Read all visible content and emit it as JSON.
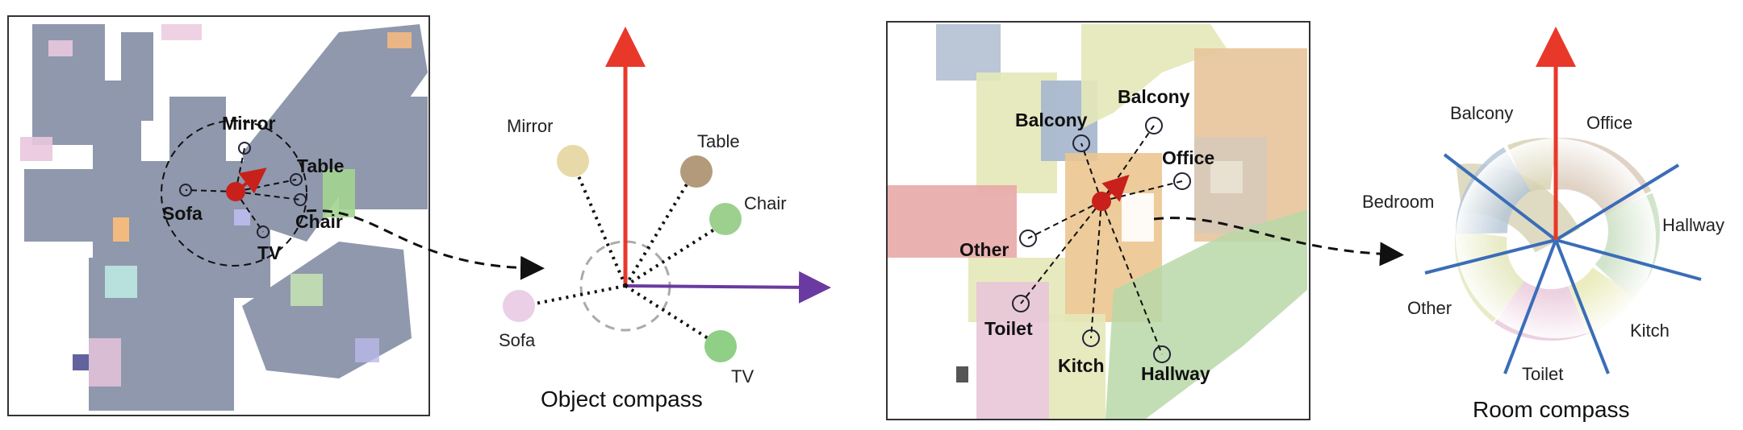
{
  "figure": {
    "object_map": {
      "labels": {
        "mirror": "Mirror",
        "table": "Table",
        "sofa": "Sofa",
        "chair": "Chair",
        "tv": "TV"
      }
    },
    "object_compass": {
      "caption": "Object compass",
      "labels": {
        "mirror": "Mirror",
        "table": "Table",
        "chair": "Chair",
        "sofa": "Sofa",
        "tv": "TV"
      },
      "colors": {
        "mirror": "#e8d9a8",
        "table": "#b39a7a",
        "chair": "#9dd08e",
        "sofa": "#ebcfe6",
        "tv": "#8fcf86",
        "heading": "#e8382a",
        "reference": "#6a3aa0"
      }
    },
    "room_map": {
      "labels": {
        "balcony_left": "Balcony",
        "balcony_right": "Balcony",
        "office": "Office",
        "other": "Other",
        "toilet": "Toilet",
        "kitch": "Kitch",
        "hallway": "Hallway"
      }
    },
    "room_compass": {
      "caption": "Room compass",
      "labels": {
        "balcony": "Balcony",
        "office": "Office",
        "bedroom": "Bedroom",
        "hallway": "Hallway",
        "other": "Other",
        "kitch": "Kitch",
        "toilet": "Toilet"
      },
      "colors": {
        "balcony": "#d4cfae",
        "office": "#d8c8b8",
        "bedroom": "#b3c4d6",
        "hallway": "#c8ddc0",
        "other": "#e2e6b8",
        "kitch": "#e6e8b0",
        "toilet": "#e8c6d8",
        "dividers": "#3a6db8",
        "heading": "#e8382a"
      }
    }
  }
}
